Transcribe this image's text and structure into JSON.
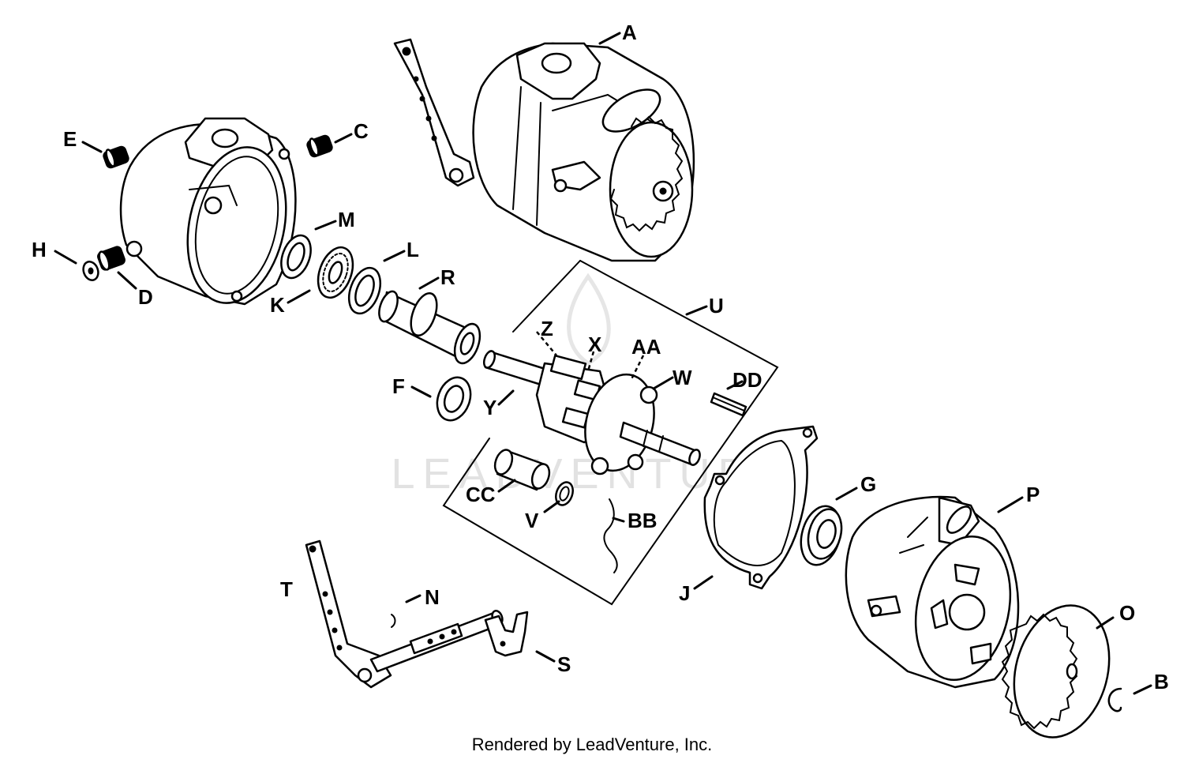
{
  "watermark": "LEADVENTURE",
  "credit": "Rendered by LeadVenture, Inc.",
  "callouts": {
    "A": "A",
    "B": "B",
    "C": "C",
    "D": "D",
    "E": "E",
    "F": "F",
    "G": "G",
    "H": "H",
    "J": "J",
    "K": "K",
    "L": "L",
    "M": "M",
    "N": "N",
    "O": "O",
    "P": "P",
    "R": "R",
    "S": "S",
    "T": "T",
    "U": "U",
    "V": "V",
    "W": "W",
    "X": "X",
    "Y": "Y",
    "Z": "Z",
    "AA": "AA",
    "BB": "BB",
    "CC": "CC",
    "DD": "DD"
  },
  "colors": {
    "line": "#000000",
    "background": "#ffffff",
    "watermark": "#e2e2e2"
  }
}
